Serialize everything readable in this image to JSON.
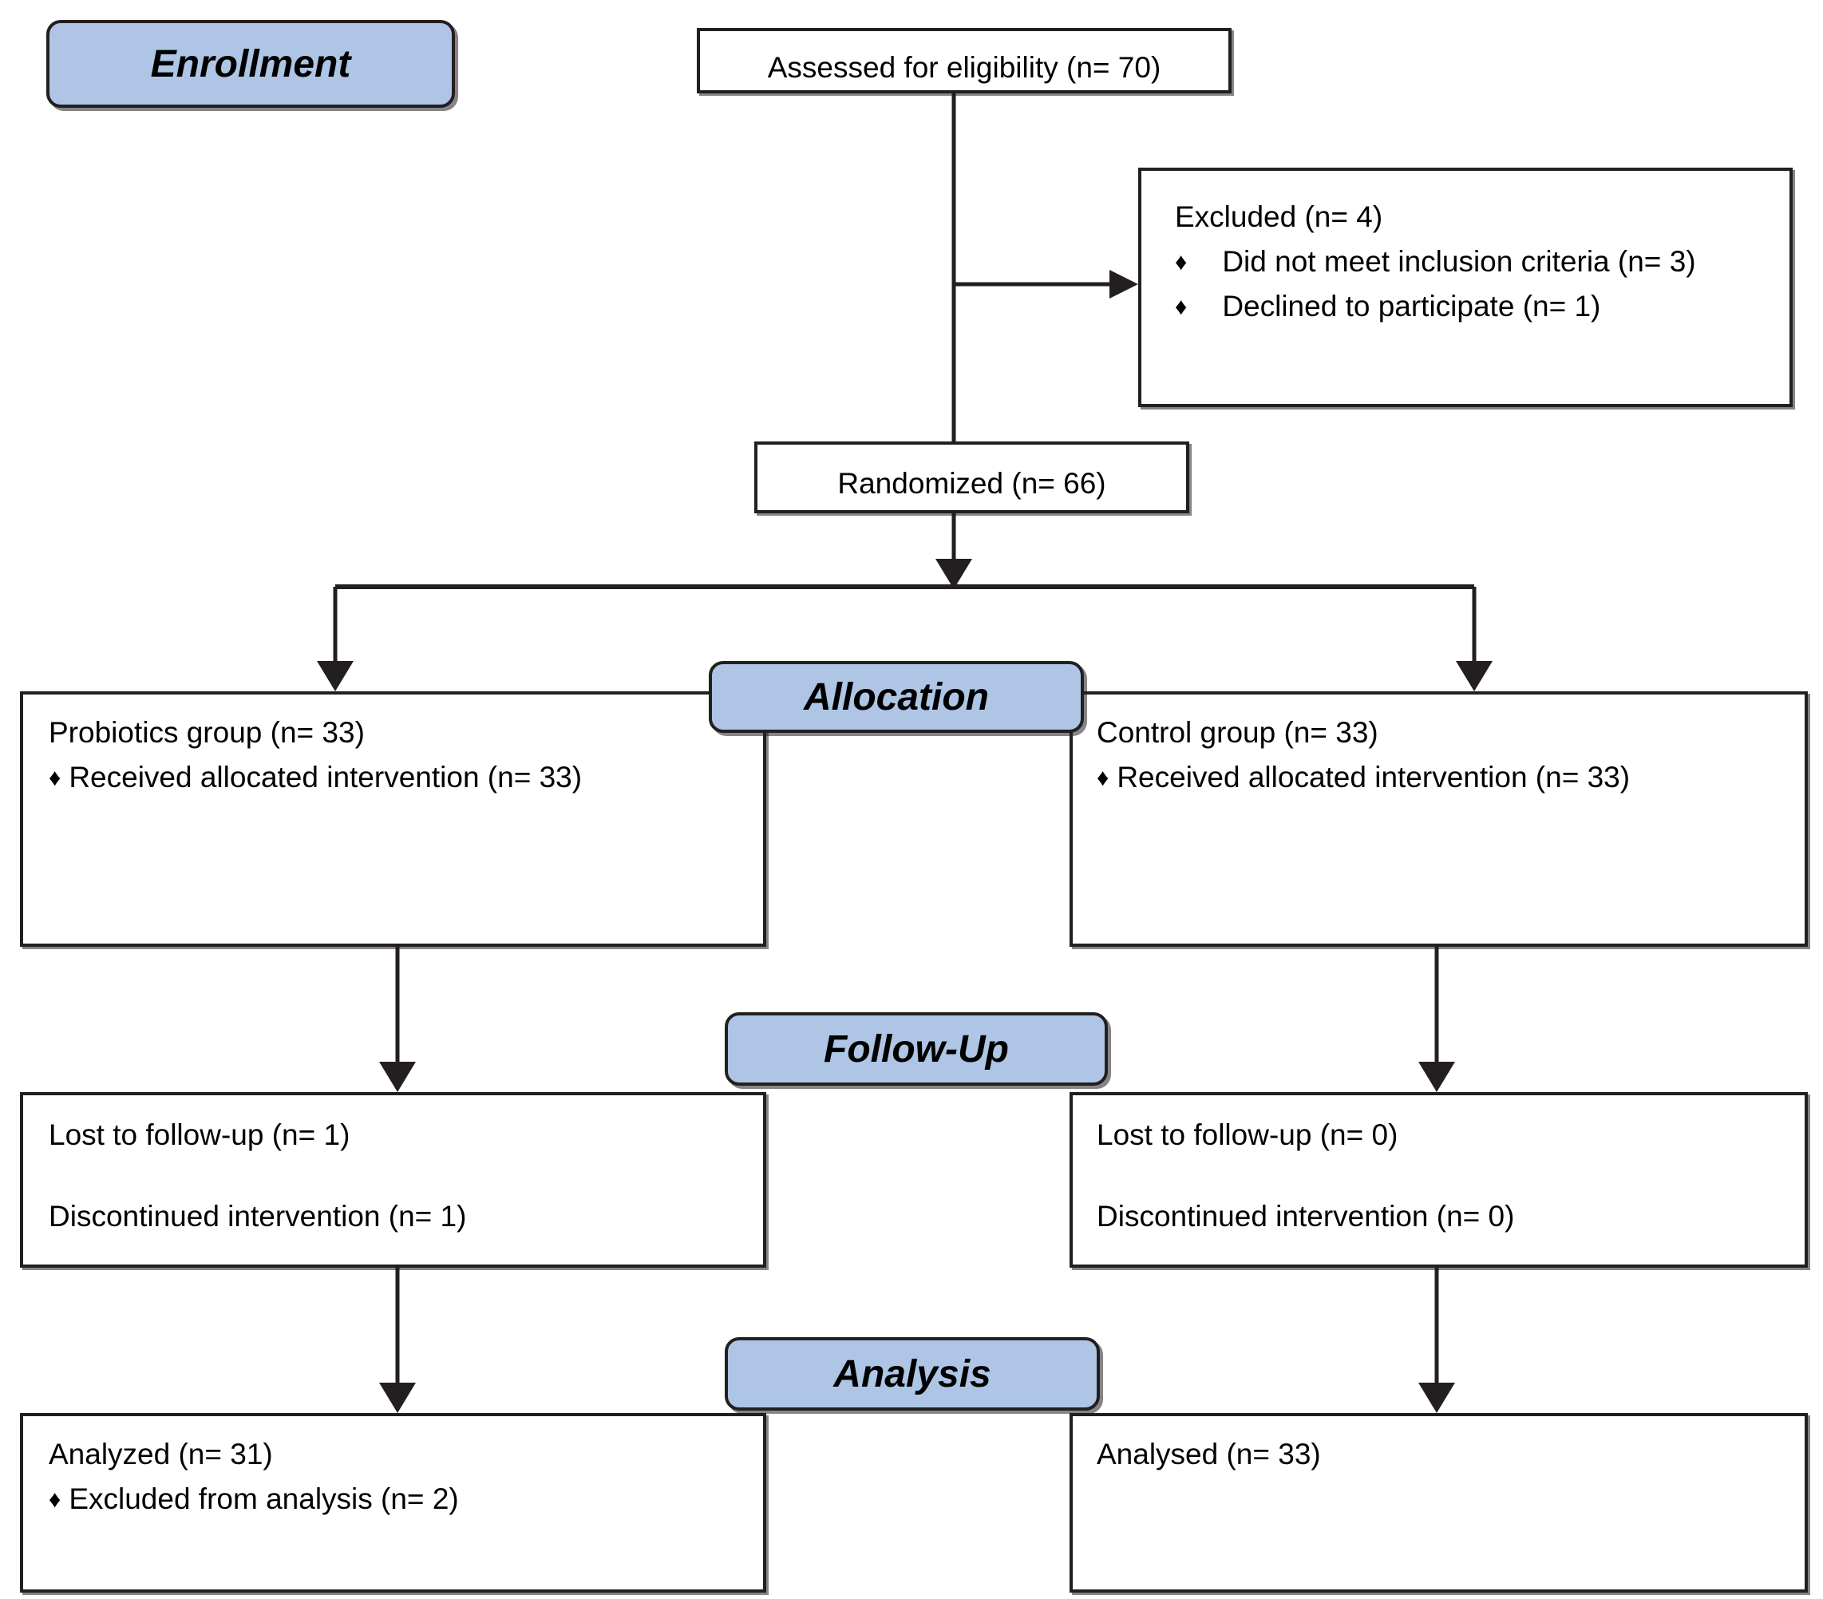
{
  "diagram": {
    "type": "consort-flow-diagram",
    "accent_color": "#aec5e5",
    "stroke_color": "#231f20",
    "background": "#ffffff"
  },
  "stages": {
    "enrollment": "Enrollment",
    "allocation": "Allocation",
    "followup": "Follow-Up",
    "analysis": "Analysis"
  },
  "enrollment": {
    "assessed": "Assessed for eligibility (n= 70)",
    "excluded_title": "Excluded (n= 4)",
    "excluded_items": [
      "Did not meet inclusion criteria (n= 3)",
      "Declined to participate (n= 1)"
    ],
    "randomized": "Randomized (n= 66)"
  },
  "allocation": {
    "left_title": "Probiotics group (n= 33)",
    "left_item": "Received allocated intervention (n= 33)",
    "right_title": "Control group (n= 33)",
    "right_item": "Received allocated intervention (n= 33)"
  },
  "followup": {
    "left_lost": "Lost to follow-up (n= 1)",
    "left_discontinued": "Discontinued intervention (n= 1)",
    "right_lost": "Lost to follow-up (n= 0)",
    "right_discontinued": "Discontinued intervention (n= 0)"
  },
  "analysis": {
    "left_title": "Analyzed (n= 31)",
    "left_item": "Excluded from analysis (n= 2)",
    "right_title": "Analysed (n= 33)"
  },
  "icons": {
    "bullet": "♦"
  }
}
